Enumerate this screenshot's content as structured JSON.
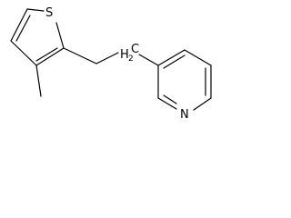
{
  "molecule": {
    "atoms": {
      "sulfur": "S",
      "ch2_h": "H",
      "ch2_sub": "2",
      "ch2_c": "C",
      "nitrogen": "N"
    },
    "colors": {
      "bond": "#000000",
      "label": "#000000",
      "background": "#ffffff"
    }
  }
}
